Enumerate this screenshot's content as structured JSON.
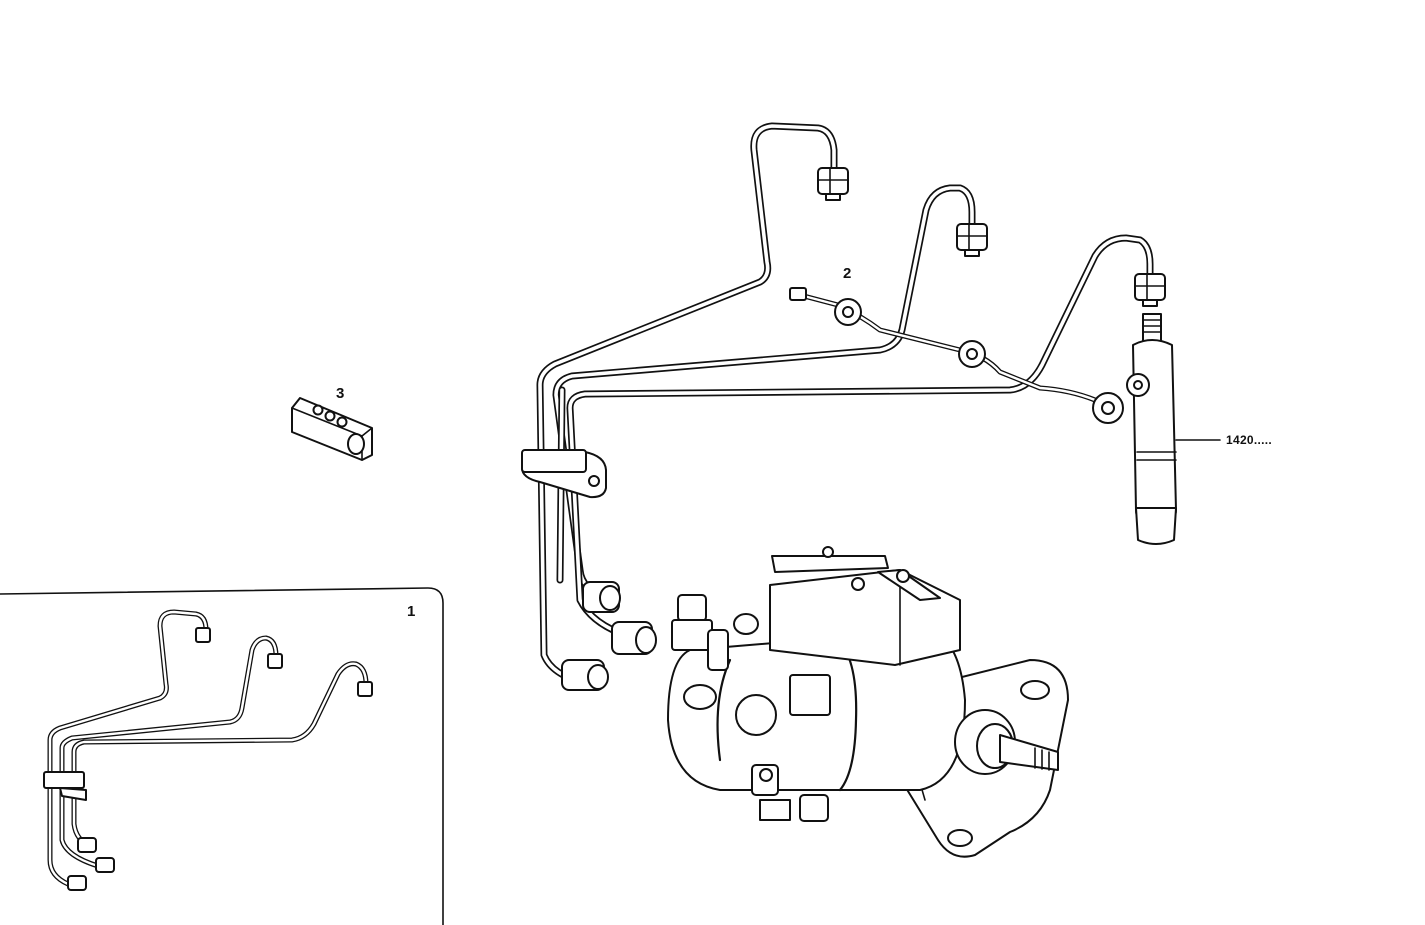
{
  "callouts": {
    "kit": "1",
    "banjo": "2",
    "clamp": "3",
    "injector": "1420....."
  },
  "colors": {
    "ink": "#111111",
    "paper": "#ffffff"
  }
}
